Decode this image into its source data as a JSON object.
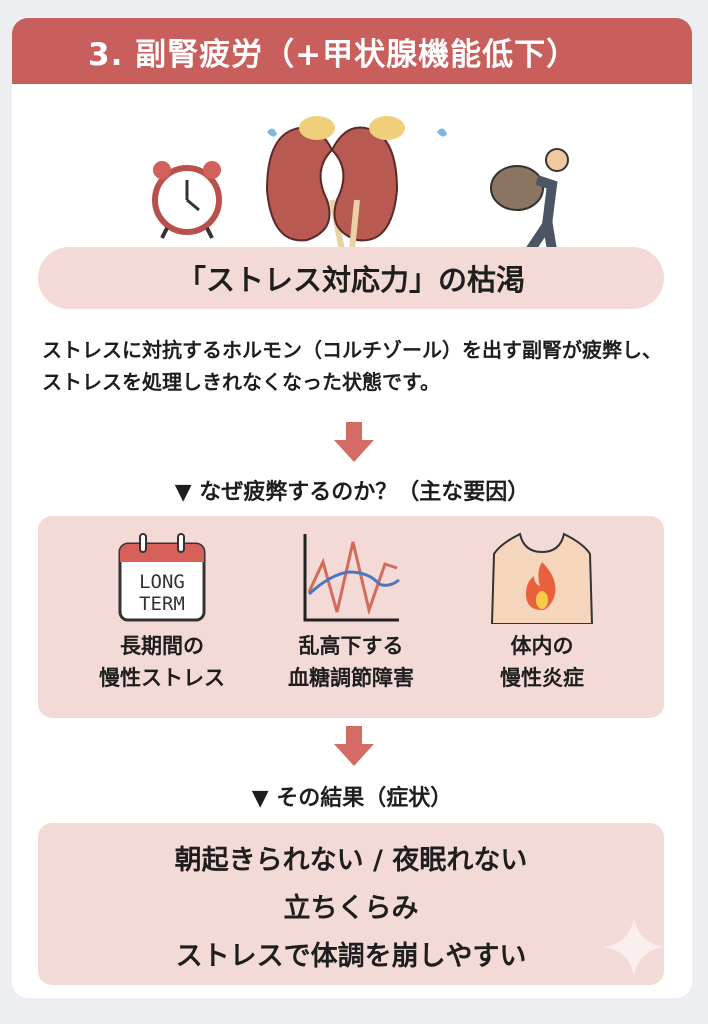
{
  "header": {
    "title": "3. 副腎疲労（+甲状腺機能低下）"
  },
  "banner": {
    "text": "「ストレス対応力」の枯渇"
  },
  "description": "ストレスに対抗するホルモン（コルチゾール）を出す副腎が疲弊し、ストレスを処理しきれなくなった状態です。",
  "causes": {
    "heading": "▼ なぜ疲弊するのか？（主な要因）",
    "items": [
      {
        "icon": "calendar-long-term-icon",
        "icon_text_1": "LONG",
        "icon_text_2": "TERM",
        "line1": "長期間の",
        "line2": "慢性ストレス"
      },
      {
        "icon": "blood-sugar-chart-icon",
        "line1": "乱高下する",
        "line2": "血糖調節障害"
      },
      {
        "icon": "body-inflammation-icon",
        "line1": "体内の",
        "line2": "慢性炎症"
      }
    ]
  },
  "results": {
    "heading": "▼ その結果（症状）",
    "items": [
      "朝起きられない / 夜眠れない",
      "立ちくらみ",
      "ストレスで体調を崩しやすい"
    ]
  },
  "colors": {
    "accent": "#c95f5c",
    "soft": "#f3dad7"
  }
}
